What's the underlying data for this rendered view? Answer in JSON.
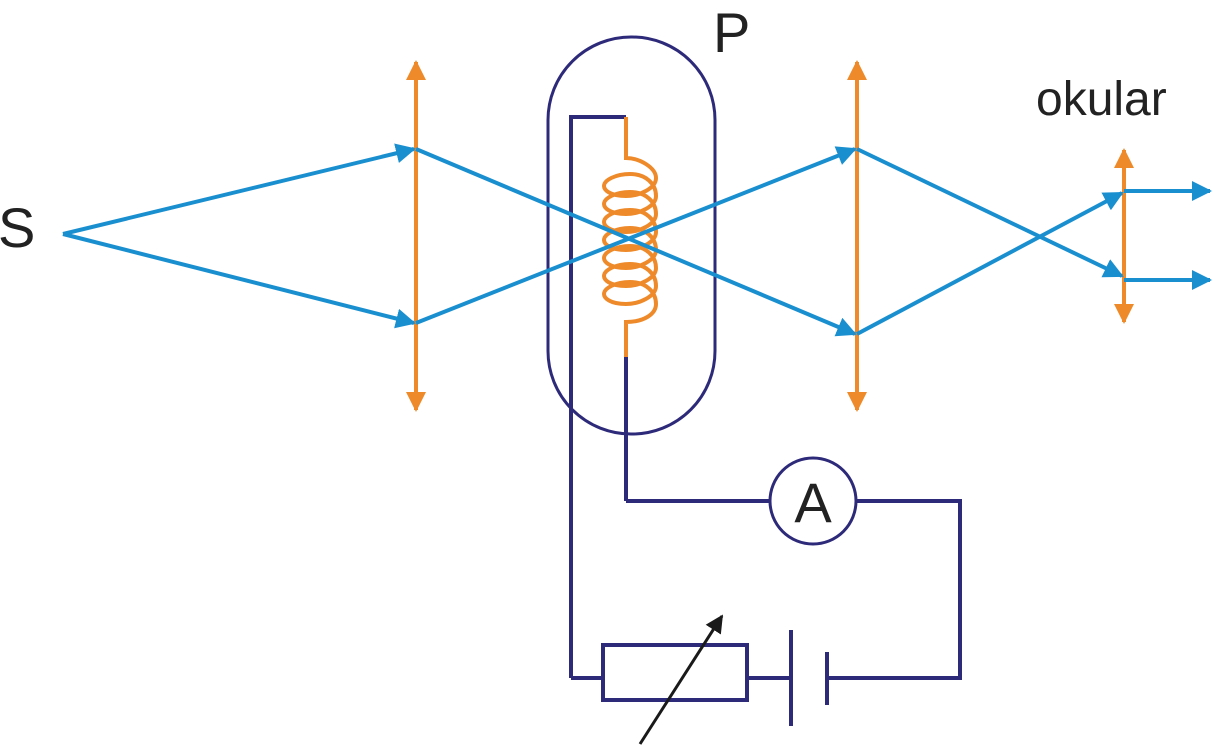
{
  "labels": {
    "source": "S",
    "tube": "P",
    "eyepiece": "okular",
    "ammeter": "A"
  },
  "colors": {
    "ray": "#1a8fd0",
    "lens": "#ee8a2a",
    "circuit": "#2e2a7a",
    "arrow": "#1a1a1a",
    "background": "#ffffff"
  }
}
